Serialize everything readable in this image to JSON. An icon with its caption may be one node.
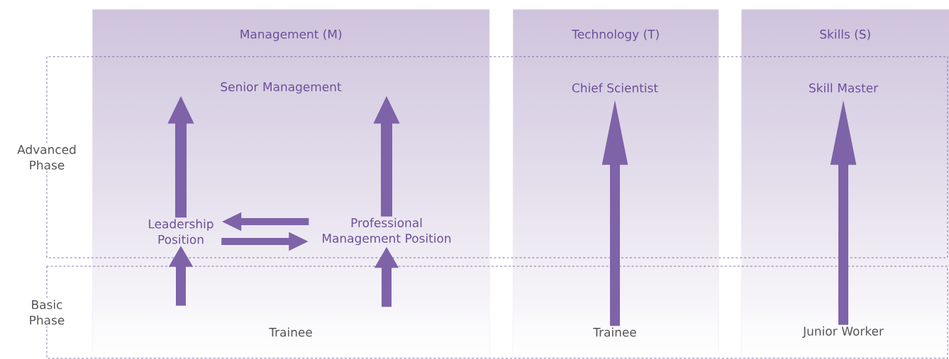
{
  "diagram": {
    "nodes": [
      {
        "text": [
          "Management (M)"
        ]
      },
      {
        "text": [
          "Senior Management"
        ],
        "in": 0
      },
      {
        "text": [
          "Leadership Position"
        ],
        "in": 0
      },
      {
        "text": [
          "Professional Management Position"
        ],
        "in": 0
      },
      {
        "text": [
          "Trainee"
        ],
        "in": 0
      },
      {
        "text": [
          "Technology (T)"
        ]
      },
      {
        "text": [
          "Chief Scientist"
        ],
        "in": 5
      },
      {
        "text": [
          "Trainee"
        ],
        "in": 5
      },
      {
        "text": [
          "Skills (S)"
        ]
      },
      {
        "text": [
          "Skill Master"
        ],
        "in": 8
      },
      {
        "text": [
          "Junior Worker"
        ],
        "in": 8
      }
    ],
    "labels": [
      "Advanced Phase",
      "Basic Phase"
    ],
    "edges": [
      {
        "from": 2,
        "to": 1,
        "arrow": "to"
      },
      {
        "from": 3,
        "to": 1,
        "arrow": "to"
      },
      {
        "from": 3,
        "to": 2,
        "arrow": "to"
      },
      {
        "from": 2,
        "to": 3,
        "arrow": "to"
      },
      {
        "from": null,
        "to": 2,
        "arrow": "to"
      },
      {
        "from": null,
        "to": 3,
        "arrow": "to"
      },
      {
        "from": 7,
        "to": 6,
        "arrow": "to"
      },
      {
        "from": 10,
        "to": 9,
        "arrow": "to"
      }
    ]
  }
}
